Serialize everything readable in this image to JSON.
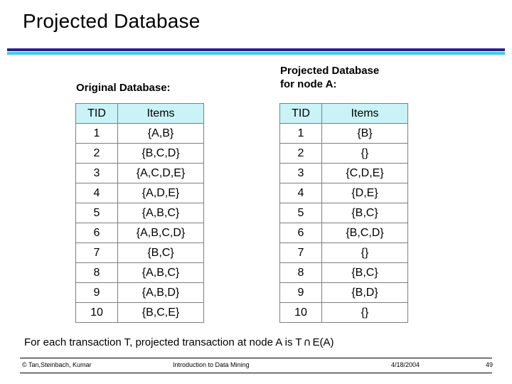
{
  "slide": {
    "title": "Projected Database",
    "labels": {
      "original": "Original Database:",
      "projected_line1": "Projected Database",
      "projected_line2": "for node A:"
    },
    "footnote": {
      "before": "For each transaction T, projected transaction at node A is T",
      "symbol": "∩",
      "after": "E(A)"
    },
    "footer": {
      "copyright": "© Tan,Steinbach, Kumar",
      "course": "Introduction to Data Mining",
      "date": "4/18/2004",
      "page": "49"
    },
    "colors": {
      "header_fill": "#c9f3f7",
      "rule_top": "#2b1f8c",
      "rule_bottom": "#3fd0df"
    }
  },
  "tables": {
    "original": {
      "headers": [
        "TID",
        "Items"
      ],
      "rows": [
        [
          "1",
          "{A,B}"
        ],
        [
          "2",
          "{B,C,D}"
        ],
        [
          "3",
          "{A,C,D,E}"
        ],
        [
          "4",
          "{A,D,E}"
        ],
        [
          "5",
          "{A,B,C}"
        ],
        [
          "6",
          "{A,B,C,D}"
        ],
        [
          "7",
          "{B,C}"
        ],
        [
          "8",
          "{A,B,C}"
        ],
        [
          "9",
          "{A,B,D}"
        ],
        [
          "10",
          "{B,C,E}"
        ]
      ]
    },
    "projected": {
      "headers": [
        "TID",
        "Items"
      ],
      "rows": [
        [
          "1",
          "{B}"
        ],
        [
          "2",
          "{}"
        ],
        [
          "3",
          "{C,D,E}"
        ],
        [
          "4",
          "{D,E}"
        ],
        [
          "5",
          "{B,C}"
        ],
        [
          "6",
          "{B,C,D}"
        ],
        [
          "7",
          "{}"
        ],
        [
          "8",
          "{B,C}"
        ],
        [
          "9",
          "{B,D}"
        ],
        [
          "10",
          "{}"
        ]
      ]
    }
  }
}
